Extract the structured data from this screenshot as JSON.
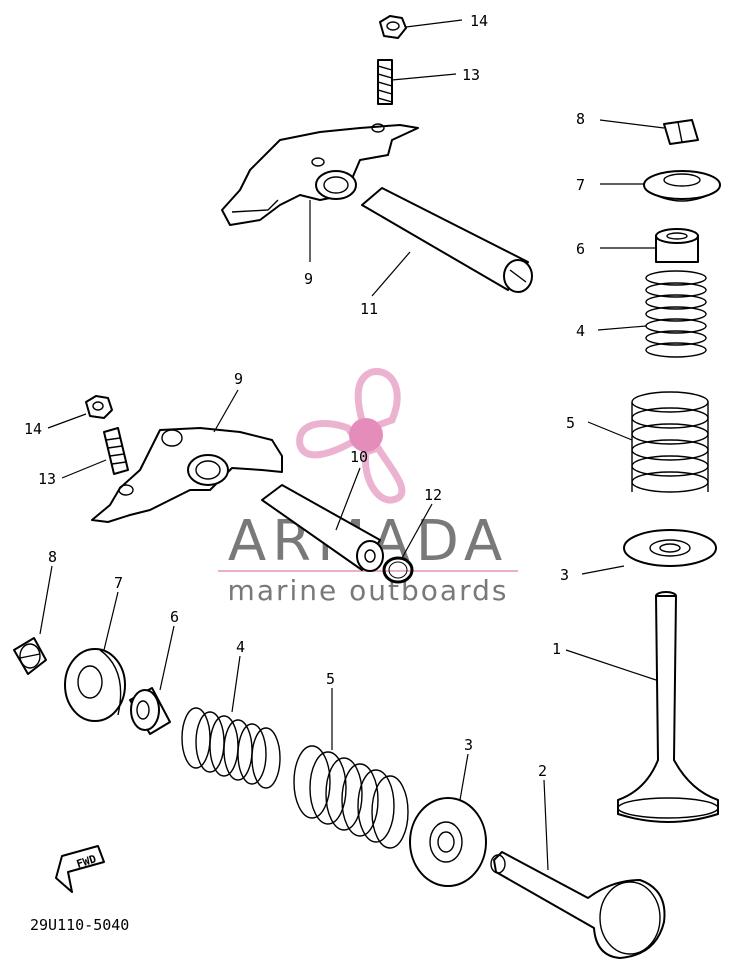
{
  "diagram": {
    "drawing_code": "29U110-5040",
    "fwd_label": "FWD",
    "labels": [
      {
        "id": "lbl-14-top",
        "text": "14"
      },
      {
        "id": "lbl-13-top",
        "text": "13"
      },
      {
        "id": "lbl-9-top",
        "text": "9"
      },
      {
        "id": "lbl-11",
        "text": "11"
      },
      {
        "id": "lbl-8-right",
        "text": "8"
      },
      {
        "id": "lbl-7-right",
        "text": "7"
      },
      {
        "id": "lbl-6-right",
        "text": "6"
      },
      {
        "id": "lbl-4-right",
        "text": "4"
      },
      {
        "id": "lbl-5-right",
        "text": "5"
      },
      {
        "id": "lbl-3-right",
        "text": "3"
      },
      {
        "id": "lbl-1",
        "text": "1"
      },
      {
        "id": "lbl-9-mid",
        "text": "9"
      },
      {
        "id": "lbl-14-left",
        "text": "14"
      },
      {
        "id": "lbl-13-left",
        "text": "13"
      },
      {
        "id": "lbl-10",
        "text": "10"
      },
      {
        "id": "lbl-12",
        "text": "12"
      },
      {
        "id": "lbl-8-left",
        "text": "8"
      },
      {
        "id": "lbl-7-left",
        "text": "7"
      },
      {
        "id": "lbl-6-left",
        "text": "6"
      },
      {
        "id": "lbl-4-left",
        "text": "4"
      },
      {
        "id": "lbl-5-left",
        "text": "5"
      },
      {
        "id": "lbl-3-left",
        "text": "3"
      },
      {
        "id": "lbl-2",
        "text": "2"
      }
    ]
  },
  "watermark": {
    "brand": "ARMADA",
    "tagline": "marine outboards",
    "brand_color": "#6b6b6b",
    "accent_color": "#e9a6c8",
    "dot_color": "#e07ab0"
  }
}
